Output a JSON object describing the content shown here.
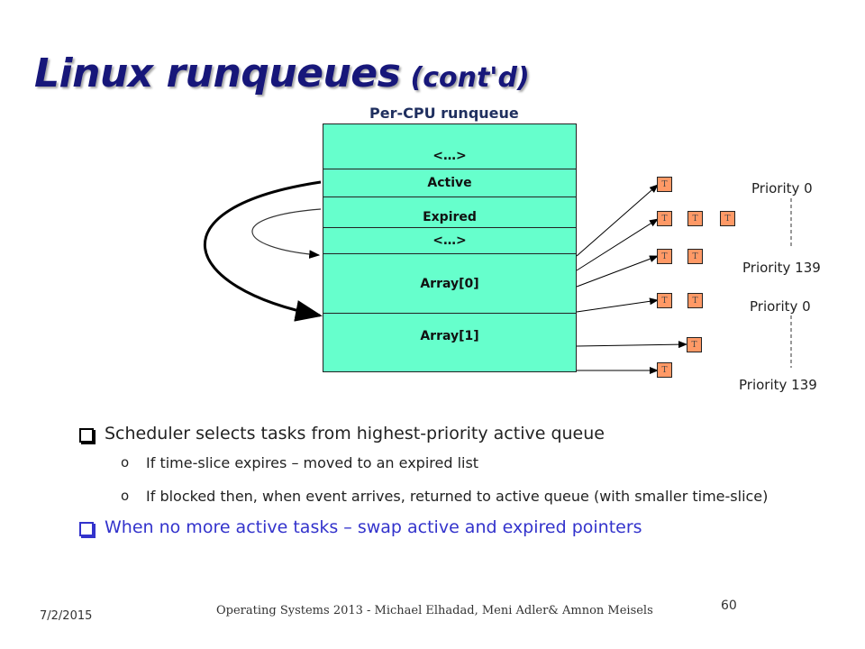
{
  "slide": {
    "title_main": "Linux runqueues",
    "title_sub": "(cont'd)",
    "runqueue_label": "Per-CPU runqueue",
    "runqueue_rows": [
      "",
      "<…>",
      "Active",
      "Expired",
      "<…>",
      "Array[0]",
      "Array[1]"
    ],
    "task_label": "T",
    "priority_labels": [
      "Priority 0",
      "Priority 139",
      "Priority 0",
      "Priority 139"
    ],
    "bullets": [
      {
        "level": 1,
        "text": "Scheduler selects tasks from highest-priority active queue",
        "color": "#222222"
      },
      {
        "level": 2,
        "marker": "o",
        "text": "If time-slice expires – moved to an expired list"
      },
      {
        "level": 2,
        "marker": "o",
        "text": "If blocked then, when event arrives, returned to active queue (with smaller time-slice)"
      },
      {
        "level": 1,
        "text": "When no more active tasks – swap active and expired pointers",
        "color": "#3333cc"
      }
    ],
    "footer_date": "7/2/2015",
    "footer_credit": "Operating Systems 2013 - Michael Elhadad, Meni Adler& Amnon Meisels",
    "page_number": "60"
  },
  "colors": {
    "title": "#17177a",
    "runqueue_fill": "#66ffcc",
    "task_fill": "#ff9966",
    "accent_bullet": "#3333cc"
  }
}
